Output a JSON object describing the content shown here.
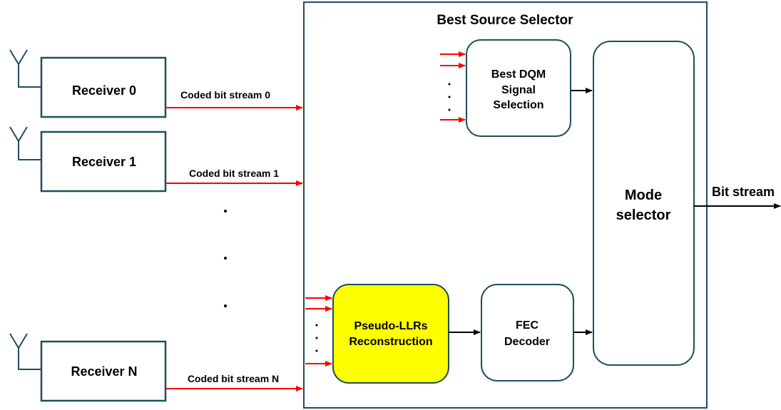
{
  "colors": {
    "block_border": "#1f4e5f",
    "signal_arrow": "#ff0000",
    "highlight_fill": "#ffff00",
    "text": "#000000"
  },
  "selector": {
    "title": "Best Source Selector"
  },
  "receivers": [
    {
      "label": "Receiver 0",
      "stream_label": "Coded bit stream 0"
    },
    {
      "label": "Receiver 1",
      "stream_label": "Coded bit stream 1"
    },
    {
      "label": "Receiver N",
      "stream_label": "Coded bit stream N"
    }
  ],
  "blocks": {
    "dqm": {
      "lines": [
        "Best DQM",
        "Signal",
        "Selection"
      ]
    },
    "llr": {
      "lines": [
        "Pseudo-LLRs",
        "Reconstruction"
      ]
    },
    "fec": {
      "lines": [
        "FEC",
        "Decoder"
      ]
    },
    "mode": {
      "lines": [
        "Mode",
        "selector"
      ]
    }
  },
  "output": {
    "label": "Bit stream"
  }
}
